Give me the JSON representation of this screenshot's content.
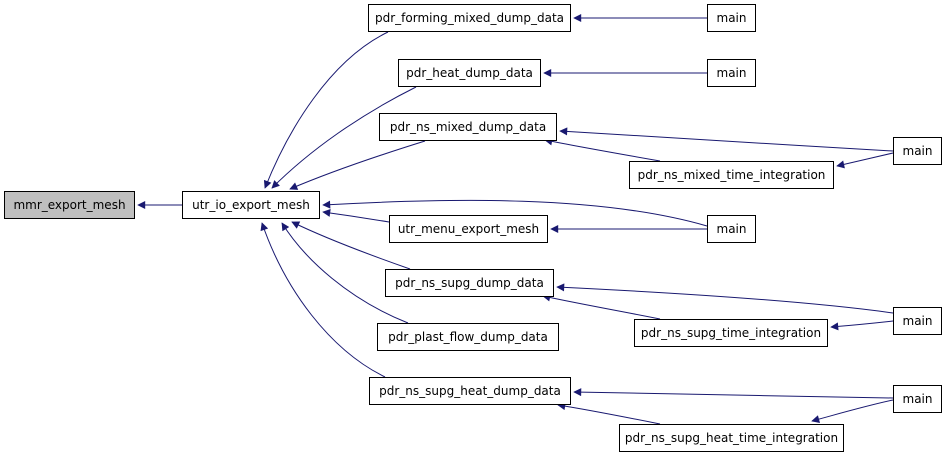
{
  "colors": {
    "edge": "#191970",
    "root_fill": "#bfbfbf",
    "node_fill": "#ffffff",
    "border": "#000000"
  },
  "nodes": {
    "mmr_export_mesh": "mmr_export_mesh",
    "utr_io_export_mesh": "utr_io_export_mesh",
    "pdr_forming_mixed_dump_data": "pdr_forming_mixed_dump_data",
    "pdr_heat_dump_data": "pdr_heat_dump_data",
    "pdr_ns_mixed_dump_data": "pdr_ns_mixed_dump_data",
    "utr_menu_export_mesh": "utr_menu_export_mesh",
    "pdr_ns_supg_dump_data": "pdr_ns_supg_dump_data",
    "pdr_plast_flow_dump_data": "pdr_plast_flow_dump_data",
    "pdr_ns_supg_heat_dump_data": "pdr_ns_supg_heat_dump_data",
    "pdr_ns_mixed_time_integration": "pdr_ns_mixed_time_integration",
    "pdr_ns_supg_time_integration": "pdr_ns_supg_time_integration",
    "pdr_ns_supg_heat_time_integration": "pdr_ns_supg_heat_time_integration",
    "main_1": "main",
    "main_2": "main",
    "main_3": "main",
    "main_4": "main",
    "main_5": "main",
    "main_6": "main"
  },
  "edges": [
    {
      "from": "utr_io_export_mesh",
      "to": "mmr_export_mesh"
    },
    {
      "from": "pdr_forming_mixed_dump_data",
      "to": "utr_io_export_mesh"
    },
    {
      "from": "pdr_heat_dump_data",
      "to": "utr_io_export_mesh"
    },
    {
      "from": "pdr_ns_mixed_dump_data",
      "to": "utr_io_export_mesh"
    },
    {
      "from": "main_4",
      "to": "utr_io_export_mesh"
    },
    {
      "from": "utr_menu_export_mesh",
      "to": "utr_io_export_mesh"
    },
    {
      "from": "pdr_ns_supg_dump_data",
      "to": "utr_io_export_mesh"
    },
    {
      "from": "pdr_plast_flow_dump_data",
      "to": "utr_io_export_mesh"
    },
    {
      "from": "pdr_ns_supg_heat_dump_data",
      "to": "utr_io_export_mesh"
    },
    {
      "from": "main_1",
      "to": "pdr_forming_mixed_dump_data"
    },
    {
      "from": "main_2",
      "to": "pdr_heat_dump_data"
    },
    {
      "from": "main_3",
      "to": "pdr_ns_mixed_dump_data"
    },
    {
      "from": "pdr_ns_mixed_time_integration",
      "to": "pdr_ns_mixed_dump_data"
    },
    {
      "from": "main_3",
      "to": "pdr_ns_mixed_time_integration"
    },
    {
      "from": "main_4",
      "to": "utr_menu_export_mesh"
    },
    {
      "from": "main_5",
      "to": "pdr_ns_supg_dump_data"
    },
    {
      "from": "pdr_ns_supg_time_integration",
      "to": "pdr_ns_supg_dump_data"
    },
    {
      "from": "main_5",
      "to": "pdr_ns_supg_time_integration"
    },
    {
      "from": "main_6",
      "to": "pdr_ns_supg_heat_dump_data"
    },
    {
      "from": "pdr_ns_supg_heat_time_integration",
      "to": "pdr_ns_supg_heat_dump_data"
    },
    {
      "from": "main_6",
      "to": "pdr_ns_supg_heat_time_integration"
    }
  ]
}
